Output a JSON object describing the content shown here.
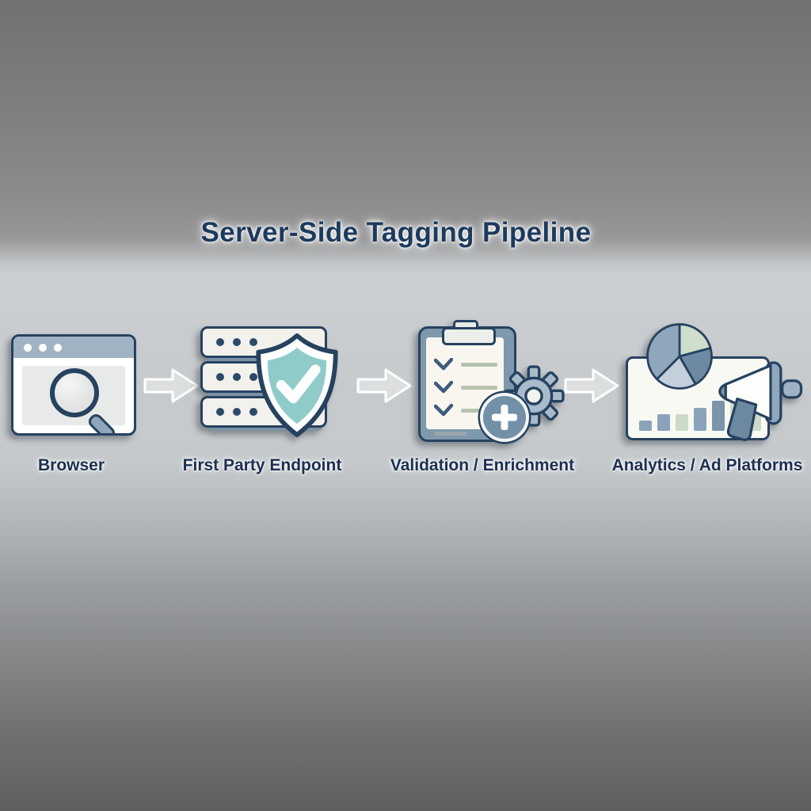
{
  "title": "Server-Side Tagging Pipeline",
  "stages": [
    {
      "label": "Browser",
      "icon": "browser-window-search-icon"
    },
    {
      "label": "First Party Endpoint",
      "icon": "server-stack-shield-icon"
    },
    {
      "label": "Validation / Enrichment",
      "icon": "clipboard-checklist-gear-plus-icon"
    },
    {
      "label": "Analytics / Ad Platforms",
      "icon": "analytics-dashboard-megaphone-icon"
    }
  ],
  "arrows": {
    "count": 3,
    "direction": "right"
  },
  "colors": {
    "title_text": "#1d3a5e",
    "label_text": "#1c3050",
    "outline_navy": "#26425f",
    "slate": "#7e98ac",
    "blue_gray": "#8fa6bd",
    "teal": "#8fccc9",
    "sage": "#ccdac8",
    "cream": "#f8f6ef",
    "background_mid": "#c5c9cc",
    "background_dark": "#5d5f61"
  }
}
